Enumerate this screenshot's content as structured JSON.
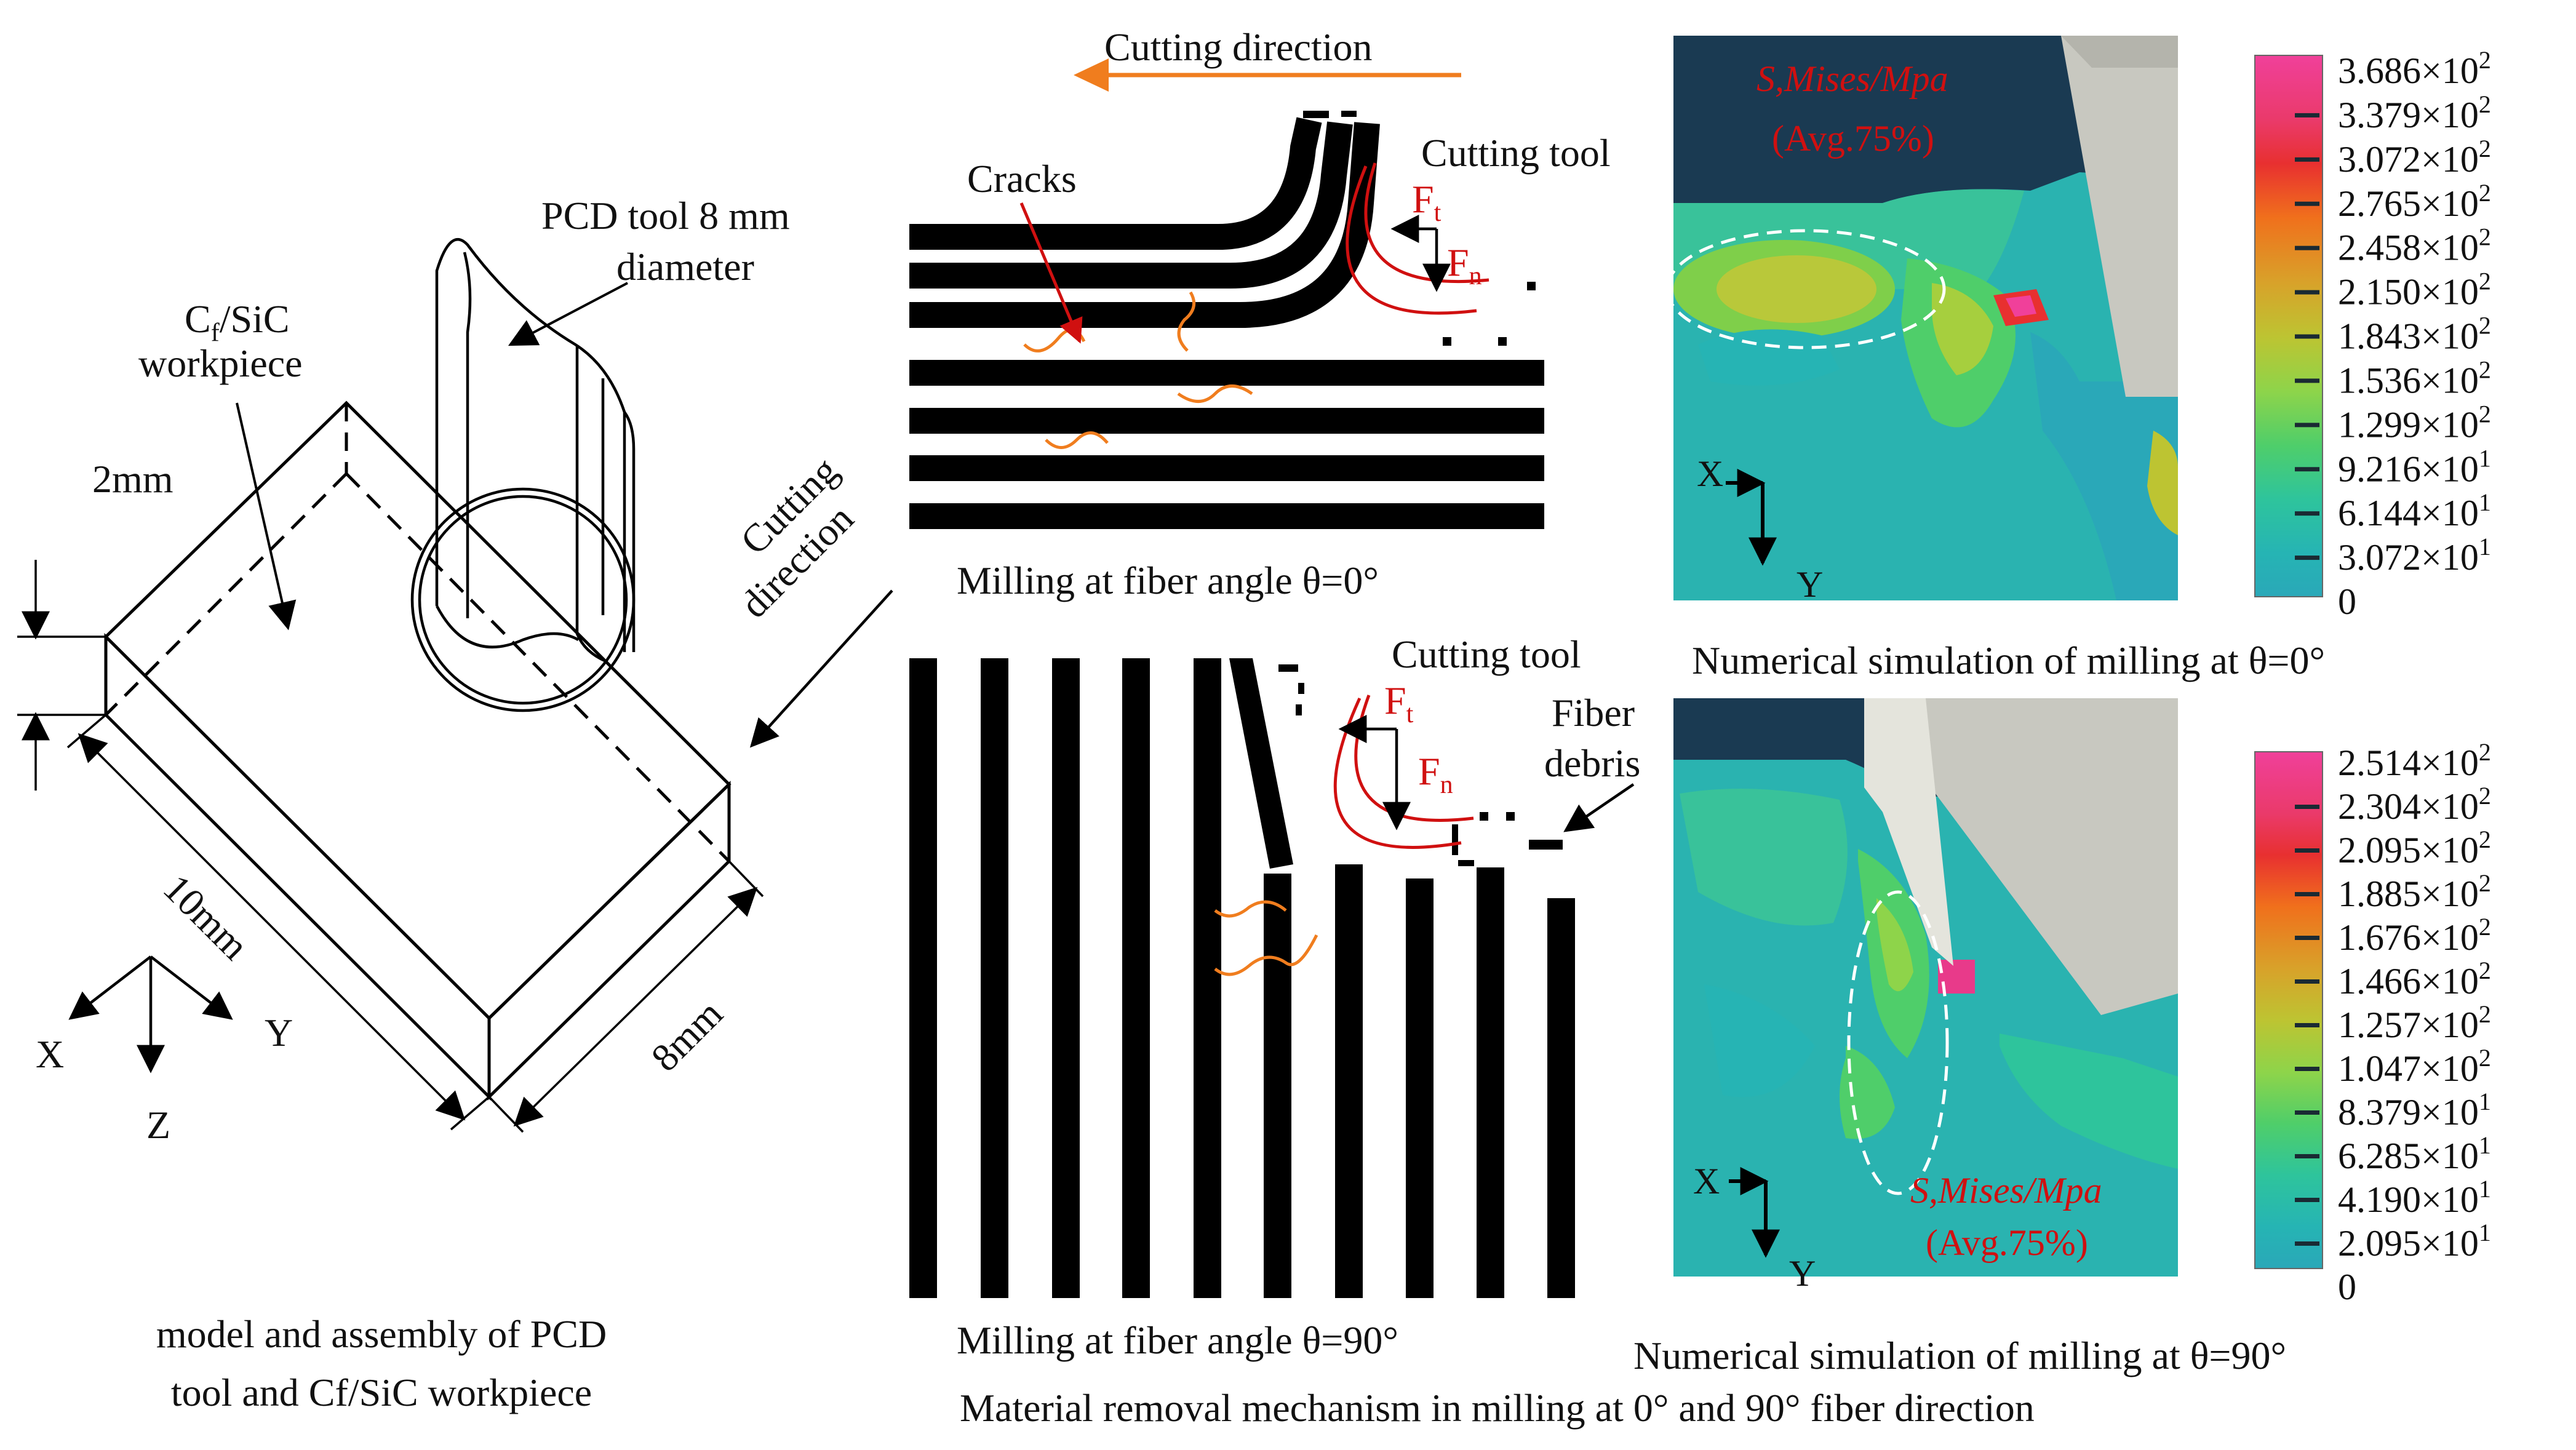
{
  "colors": {
    "accent_orange": "#f07d1e",
    "force_red": "#d01010",
    "fiber_black": "#000000",
    "sim_background": "#1a3a52",
    "sim_base_teal": "#2ab3b0"
  },
  "left_panel": {
    "tool_label_1": "PCD tool 8 mm",
    "tool_label_2": "diameter",
    "workpiece_label_main": "C",
    "workpiece_label_sub": "f",
    "workpiece_label_rest": "/SiC",
    "workpiece_label_2": "workpiece",
    "dim_2mm": "2mm",
    "dim_10mm": "10mm",
    "dim_8mm": "8mm",
    "cutting_direction_1": "Cutting",
    "cutting_direction_2": "direction",
    "axis_x": "X",
    "axis_y": "Y",
    "axis_z": "Z",
    "caption_1": "model and assembly of PCD",
    "caption_2": "tool and Cf/SiC workpiece"
  },
  "middle_panel": {
    "cutting_direction": "Cutting direction",
    "cracks": "Cracks",
    "cutting_tool_top": "Cutting tool",
    "cutting_tool_bottom": "Cutting tool",
    "force_t": "F",
    "force_t_sub": "t",
    "force_n": "F",
    "force_n_sub": "n",
    "fiber_debris_1": "Fiber",
    "fiber_debris_2": "debris",
    "caption_0deg": "Milling at fiber angle θ=0°",
    "caption_90deg": "Milling at fiber angle θ=90°",
    "caption_main": "Material removal mechanism in milling at 0° and 90° fiber direction"
  },
  "right_top": {
    "stress_label": "S,Mises/Mpa",
    "avg_label": "(Avg.75%)",
    "axis_x": "X",
    "axis_y": "Y",
    "caption": "Numerical simulation of milling at  θ=0°",
    "legend": [
      {
        "mant": "3.686×10",
        "exp": "2"
      },
      {
        "mant": "3.379×10",
        "exp": "2"
      },
      {
        "mant": "3.072×10",
        "exp": "2"
      },
      {
        "mant": "2.765×10",
        "exp": "2"
      },
      {
        "mant": "2.458×10",
        "exp": "2"
      },
      {
        "mant": "2.150×10",
        "exp": "2"
      },
      {
        "mant": "1.843×10",
        "exp": "2"
      },
      {
        "mant": "1.536×10",
        "exp": "2"
      },
      {
        "mant": "1.299×10",
        "exp": "2"
      },
      {
        "mant": "9.216×10",
        "exp": "1"
      },
      {
        "mant": "6.144×10",
        "exp": "1"
      },
      {
        "mant": "3.072×10",
        "exp": "1"
      },
      {
        "mant": "0",
        "exp": ""
      }
    ]
  },
  "right_bottom": {
    "stress_label": "S,Mises/Mpa",
    "avg_label": "(Avg.75%)",
    "axis_x": "X",
    "axis_y": "Y",
    "caption": "Numerical simulation of milling at  θ=90°",
    "legend": [
      {
        "mant": "2.514×10",
        "exp": "2"
      },
      {
        "mant": "2.304×10",
        "exp": "2"
      },
      {
        "mant": "2.095×10",
        "exp": "2"
      },
      {
        "mant": "1.885×10",
        "exp": "2"
      },
      {
        "mant": "1.676×10",
        "exp": "2"
      },
      {
        "mant": "1.466×10",
        "exp": "2"
      },
      {
        "mant": "1.257×10",
        "exp": "2"
      },
      {
        "mant": "1.047×10",
        "exp": "2"
      },
      {
        "mant": "8.379×10",
        "exp": "1"
      },
      {
        "mant": "6.285×10",
        "exp": "1"
      },
      {
        "mant": "4.190×10",
        "exp": "1"
      },
      {
        "mant": "2.095×10",
        "exp": "1"
      },
      {
        "mant": "0",
        "exp": ""
      }
    ]
  }
}
